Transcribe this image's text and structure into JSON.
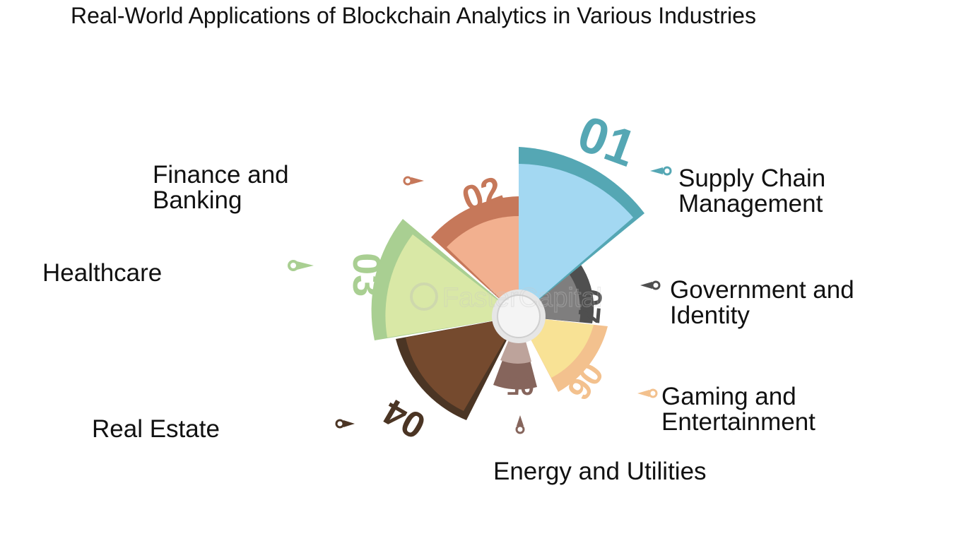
{
  "title": "Real-World Applications of Blockchain Analytics in Various Industries",
  "watermark": "FasterCapital",
  "segments": [
    {
      "number": "01",
      "label_lines": [
        "Supply Chain",
        "Management"
      ],
      "fill": "#a3d8f2",
      "band": "#55a7b4"
    },
    {
      "number": "02",
      "label_lines": [
        "Finance and",
        "Banking"
      ],
      "fill": "#f2b08f",
      "band": "#c6785a"
    },
    {
      "number": "03",
      "label_lines": [
        "Healthcare"
      ],
      "fill": "#d9e8a6",
      "band": "#a9cf92"
    },
    {
      "number": "04",
      "label_lines": [
        "Real Estate"
      ],
      "fill": "#754a2e",
      "band": "#4b3524"
    },
    {
      "number": "05",
      "label_lines": [
        "Energy and Utilities"
      ],
      "fill": "#bda39b",
      "band": "#86655c"
    },
    {
      "number": "06",
      "label_lines": [
        "Gaming and",
        "Entertainment"
      ],
      "fill": "#f8e295",
      "band": "#f3c18e"
    },
    {
      "number": "07",
      "label_lines": [
        "Government and",
        "Identity"
      ],
      "fill": "#7f7e7e",
      "band": "#4f4f4f"
    }
  ]
}
